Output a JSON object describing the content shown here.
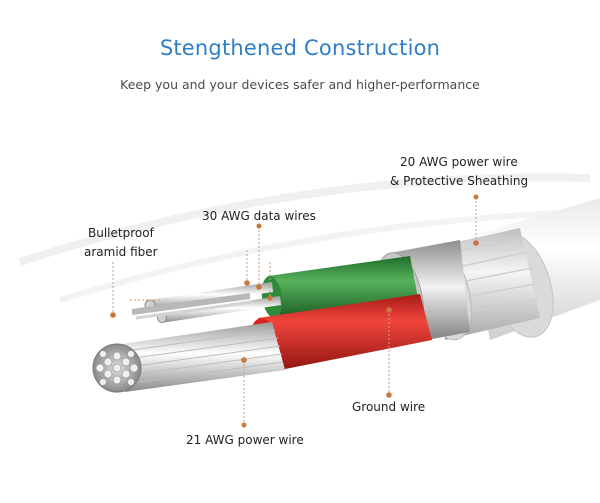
{
  "header": {
    "title": "Stengthened Construction",
    "subtitle": "Keep you and your devices safer and higher-performance"
  },
  "labels": {
    "power20_line1": "20 AWG power wire",
    "power20_line2": "& Protective Sheathing",
    "data30": "30 AWG data wires",
    "aramid_line1": "Bulletproof",
    "aramid_line2": "aramid fiber",
    "ground": "Ground wire",
    "power21": "21 AWG power wire"
  },
  "colors": {
    "title": "#2f7fc6",
    "green_wire": "#2f8a3a",
    "red_wire": "#d7261f",
    "leader": "#c8783a"
  }
}
